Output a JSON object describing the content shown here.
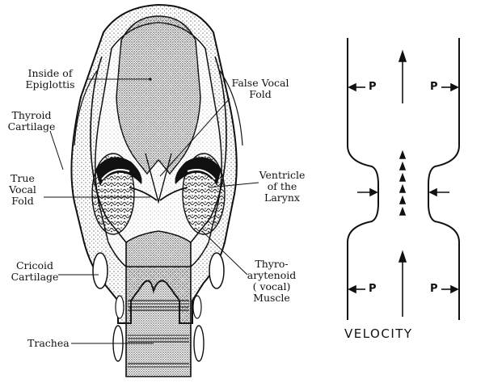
{
  "larynx": {
    "labels": {
      "inside_epiglottis": "Inside of\nEpiglottis",
      "false_vocal_fold": "False Vocal\nFold",
      "thyroid_cartilage": "Thyroid\nCartilage",
      "true_vocal_fold": "True\nVocal\nFold",
      "ventricle": "Ventricle\nof the\nLarynx",
      "cricoid_cartilage": "Cricoid\nCartilage",
      "thyroarytenoid": "Thyro-\narytenoid\n( vocal)\nMuscle",
      "trachea": "Trachea"
    }
  },
  "flow": {
    "pressure_label": "P",
    "velocity_label": "VELOCITY"
  }
}
